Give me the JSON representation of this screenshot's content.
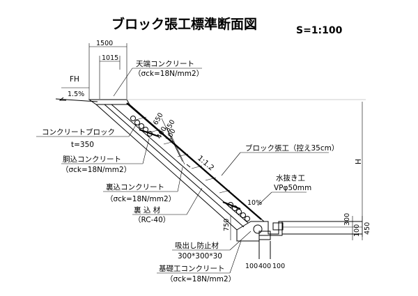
{
  "title": "ブロック張工標準断面図",
  "scale": "S=1:100",
  "dimensions": {
    "top_1500": "1500",
    "top_1015": "1015",
    "slope_650": "650",
    "slope_400": "400",
    "slope_350": "350",
    "slope_100": "100",
    "gradient": "1:1.2",
    "h": "H",
    "right_300": "300",
    "right_100": "100",
    "right_450": "450",
    "left_750": "750",
    "bottom_100a": "100",
    "bottom_400": "400",
    "bottom_100b": "100",
    "pct_10": "10%",
    "fh": "FH",
    "pct_15": "1.5%"
  },
  "labels": {
    "crown_concrete": "天端コンクリート",
    "crown_strength": "（σck=18N/mm2）",
    "concrete_block": "コンクリートブロック",
    "block_thickness": "t=350",
    "body_concrete": "胴込コンクリート",
    "body_strength": "（σck=18N/mm2）",
    "back_concrete": "裏込コンクリート",
    "back_strength": "（σck=18N/mm2）",
    "back_material": "裏 込 材",
    "back_material_spec": "（RC-40）",
    "block_pitching": "ブロック張工（控え35cm）",
    "drain": "水抜き工",
    "drain_spec": "VPφ50mm",
    "suction_mat": "吸出し防止材",
    "suction_spec": "300*300*30",
    "foundation_concrete": "基礎工コンクリート",
    "foundation_strength": "（σck=18N/mm2）"
  }
}
